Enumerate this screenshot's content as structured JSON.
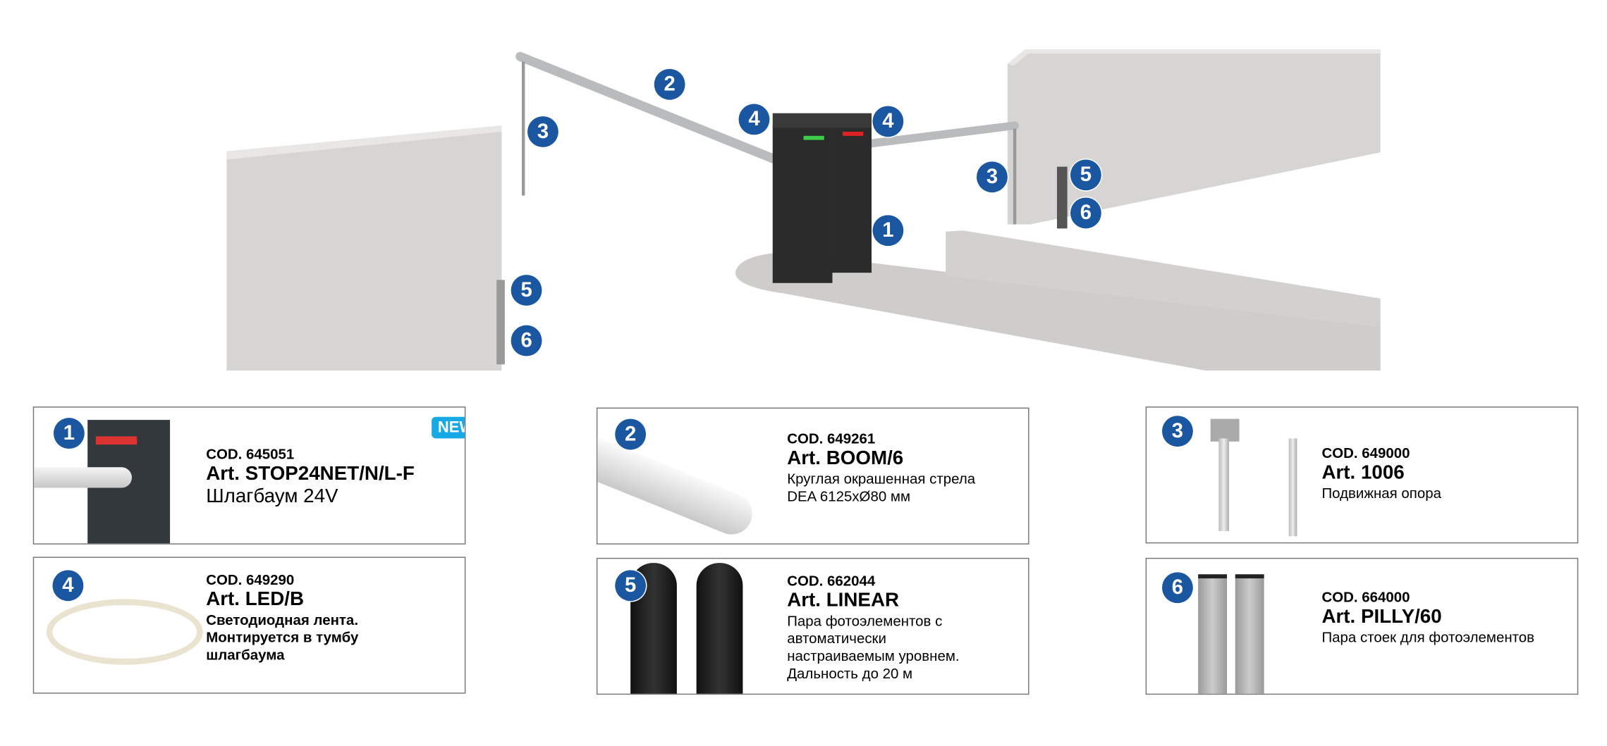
{
  "colors": {
    "badge": "#1a57a0",
    "new_badge": "#17a9e6",
    "wall": "#d6d5d3",
    "cabinet": "#2b2b2b"
  },
  "scene_markers": [
    "2",
    "3",
    "4",
    "4",
    "3",
    "5",
    "6",
    "1",
    "5",
    "6"
  ],
  "cards": [
    {
      "num": "1",
      "badge": "NEW",
      "cod": "COD. 645051",
      "art": "Art. STOP24NET/N/L-F",
      "desc": [
        "Шлагбаум 24V"
      ]
    },
    {
      "num": "2",
      "cod": "COD. 649261",
      "art": "Art. BOOM/6",
      "desc": [
        "Круглая окрашенная стрела",
        "DEA 6125xØ80 мм"
      ]
    },
    {
      "num": "3",
      "cod": "COD. 649000",
      "art": "Art. 1006",
      "desc": [
        "Подвижная опора"
      ]
    },
    {
      "num": "4",
      "cod": "COD. 649290",
      "art": "Art. LED/B",
      "desc": [
        "Светодиодная лента.",
        "Монтируется в тумбу",
        "шлагбаума"
      ]
    },
    {
      "num": "5",
      "cod": "COD. 662044",
      "art": "Art. LINEAR",
      "desc": [
        "Пара фотоэлементов с",
        "автоматически",
        "настраиваемым уровнем.",
        "Дальность до 20 м"
      ]
    },
    {
      "num": "6",
      "cod": "COD. 664000",
      "art": "Art. PILLY/60",
      "desc": [
        "Пара стоек для фотоэлементов"
      ]
    }
  ]
}
